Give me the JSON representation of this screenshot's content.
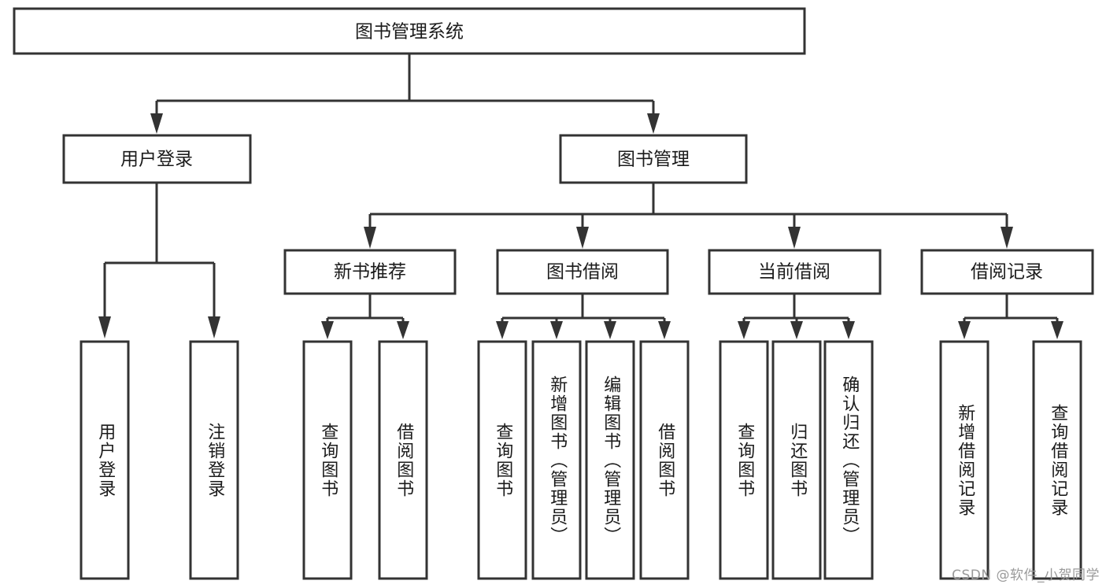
{
  "diagram": {
    "kind": "hierarchy-tree",
    "title": "图书管理系统",
    "colors": {
      "background": "#ffffff",
      "stroke": "#333333",
      "text": "#1b1b1b",
      "watermark": "#9a9a9a"
    },
    "root": {
      "label": "图书管理系统"
    },
    "level1": [
      {
        "id": "user-login",
        "label": "用户登录"
      },
      {
        "id": "book-manage",
        "label": "图书管理"
      }
    ],
    "level2": [
      {
        "id": "new-book-recommend",
        "label": "新书推荐",
        "parent": "book-manage"
      },
      {
        "id": "book-borrow",
        "label": "图书借阅",
        "parent": "book-manage"
      },
      {
        "id": "current-borrow",
        "label": "当前借阅",
        "parent": "book-manage"
      },
      {
        "id": "borrow-record",
        "label": "借阅记录",
        "parent": "book-manage"
      }
    ],
    "leaves": [
      {
        "id": "leaf-user-login",
        "label": "用户登录",
        "parent": "user-login"
      },
      {
        "id": "leaf-logout-login",
        "label": "注销登录",
        "parent": "user-login"
      },
      {
        "id": "leaf-query-book-1",
        "label": "查询图书",
        "parent": "new-book-recommend"
      },
      {
        "id": "leaf-borrow-book-1",
        "label": "借阅图书",
        "parent": "new-book-recommend"
      },
      {
        "id": "leaf-query-book-2",
        "label": "查询图书",
        "parent": "book-borrow"
      },
      {
        "id": "leaf-add-book",
        "label": "新增图书（管理员）",
        "parent": "book-borrow"
      },
      {
        "id": "leaf-edit-book",
        "label": "编辑图书（管理员）",
        "parent": "book-borrow"
      },
      {
        "id": "leaf-borrow-book-2",
        "label": "借阅图书",
        "parent": "book-borrow"
      },
      {
        "id": "leaf-query-book-3",
        "label": "查询图书",
        "parent": "current-borrow"
      },
      {
        "id": "leaf-return-book",
        "label": "归还图书",
        "parent": "current-borrow"
      },
      {
        "id": "leaf-confirm-return",
        "label": "确认归还（管理员）",
        "parent": "current-borrow"
      },
      {
        "id": "leaf-add-record",
        "label": "新增借阅记录",
        "parent": "borrow-record"
      },
      {
        "id": "leaf-query-record",
        "label": "查询借阅记录",
        "parent": "borrow-record"
      }
    ],
    "watermark": "CSDN @软件_小贺同学"
  }
}
